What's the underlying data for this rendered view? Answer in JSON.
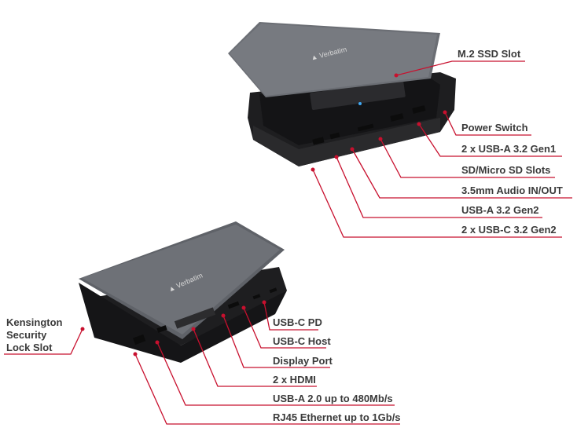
{
  "brand": "Verbatim",
  "accent_color": "#c8102e",
  "top_device_labels": [
    "M.2 SSD Slot",
    "Power Switch",
    "2 x USB-A 3.2 Gen1",
    "SD/Micro SD Slots",
    "3.5mm Audio IN/OUT",
    "USB-A 3.2 Gen2",
    "2 x USB-C 3.2 Gen2"
  ],
  "bottom_device_labels": {
    "kensington": [
      "Kensington",
      "Security",
      "Lock Slot"
    ],
    "ports": [
      "USB-C PD",
      "USB-C Host",
      "Display Port",
      "2 x HDMI",
      "USB-A 2.0 up to 480Mb/s",
      "RJ45 Ethernet up to 1Gb/s"
    ]
  }
}
